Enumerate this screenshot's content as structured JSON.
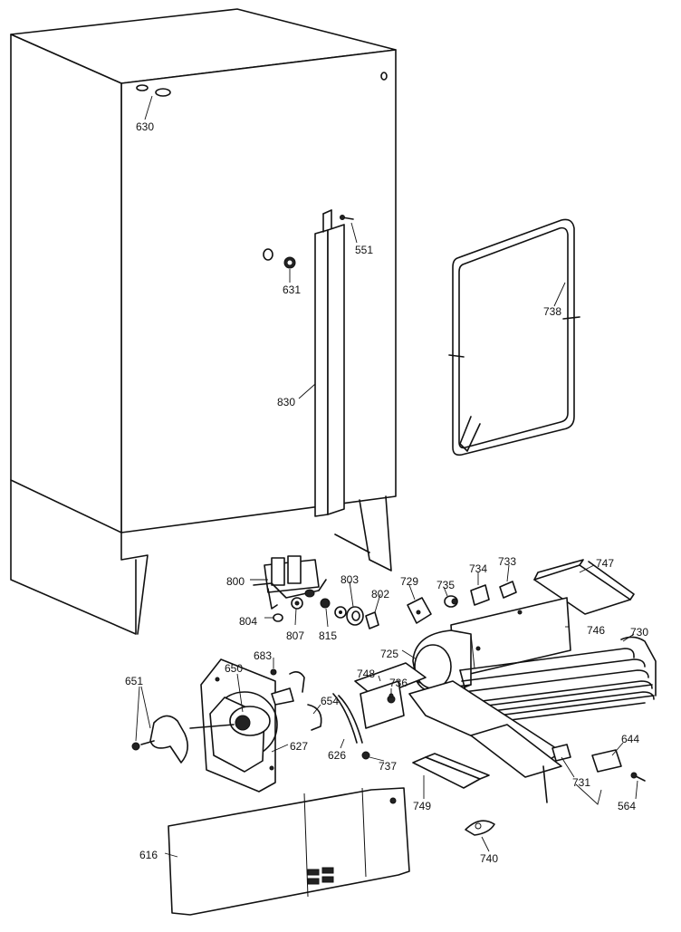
{
  "labels": {
    "l630": "630",
    "l551": "551",
    "l631": "631",
    "l738": "738",
    "l830": "830",
    "l800": "800",
    "l803": "803",
    "l802": "802",
    "l729": "729",
    "l735": "735",
    "l734": "734",
    "l733": "733",
    "l747": "747",
    "l804": "804",
    "l807": "807",
    "l815": "815",
    "l746": "746",
    "l730": "730",
    "l683": "683",
    "l725": "725",
    "l650": "650",
    "l748": "748",
    "l736": "736",
    "l654": "654",
    "l651": "651",
    "l627": "627",
    "l626": "626",
    "l737": "737",
    "l644": "644",
    "l731": "731",
    "l564": "564",
    "l749": "749",
    "l616": "616",
    "l740": "740"
  }
}
